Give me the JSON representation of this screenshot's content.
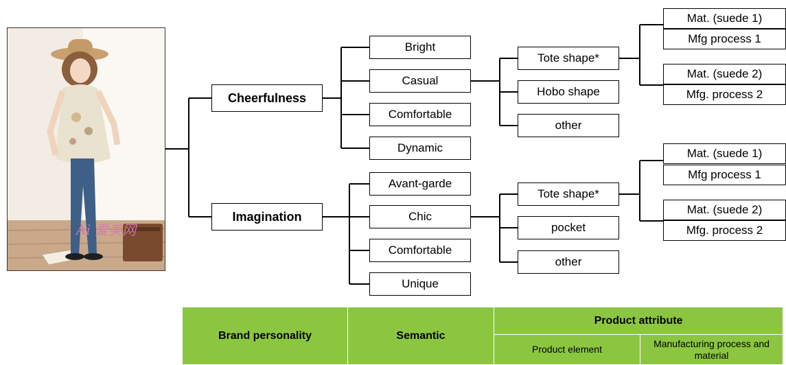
{
  "diagram": {
    "personalities": [
      {
        "label": "Cheerfulness",
        "semantics": [
          "Bright",
          "Casual",
          "Comfortable",
          "Dynamic"
        ],
        "elements": [
          "Tote shape*",
          "Hobo shape",
          "other"
        ],
        "processes": [
          "Mat. (suede 1)",
          "Mfg process 1",
          "Mat. (suede 2)",
          "Mfg. process 2"
        ]
      },
      {
        "label": "Imagination",
        "semantics": [
          "Avant-garde",
          "Chic",
          "Comfortable",
          "Unique"
        ],
        "elements": [
          "Tote shape*",
          "pocket",
          "other"
        ],
        "processes": [
          "Mat. (suede 1)",
          "Mfg process 1",
          "Mat. (suede 2)",
          "Mfg. process 2"
        ]
      }
    ]
  },
  "photo": {
    "watermark": "Ai 爱美网"
  },
  "legend": {
    "brand_personality": "Brand personality",
    "semantic": "Semantic",
    "product_attribute": "Product attribute",
    "product_element": "Product element",
    "manufacturing": "Manufacturing process and material"
  },
  "colors": {
    "legend_bg": "#8cc641",
    "line": "#000000"
  }
}
